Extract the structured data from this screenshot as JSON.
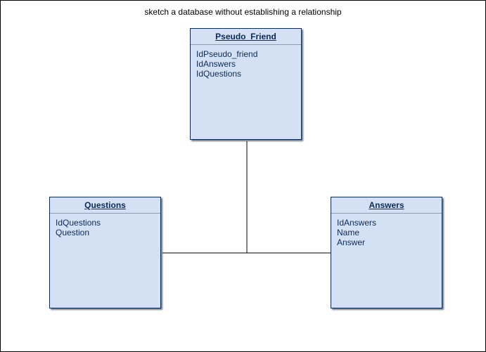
{
  "diagram": {
    "title": "sketch a database without establishing a relationship"
  },
  "entities": {
    "pseudo_friend": {
      "name": "Pseudo_Friend",
      "fields": [
        "IdPseudo_friend",
        "IdAnswers",
        "IdQuestions"
      ]
    },
    "questions": {
      "name": "Questions",
      "fields": [
        "IdQuestions",
        "Question"
      ]
    },
    "answers": {
      "name": "Answers",
      "fields": [
        "IdAnswers",
        "Name",
        "Answer"
      ]
    }
  },
  "colors": {
    "entity_fill": "#d4e1f5",
    "entity_border": "#0b2a55",
    "text": "#0b2a55",
    "connector": "#000000"
  }
}
